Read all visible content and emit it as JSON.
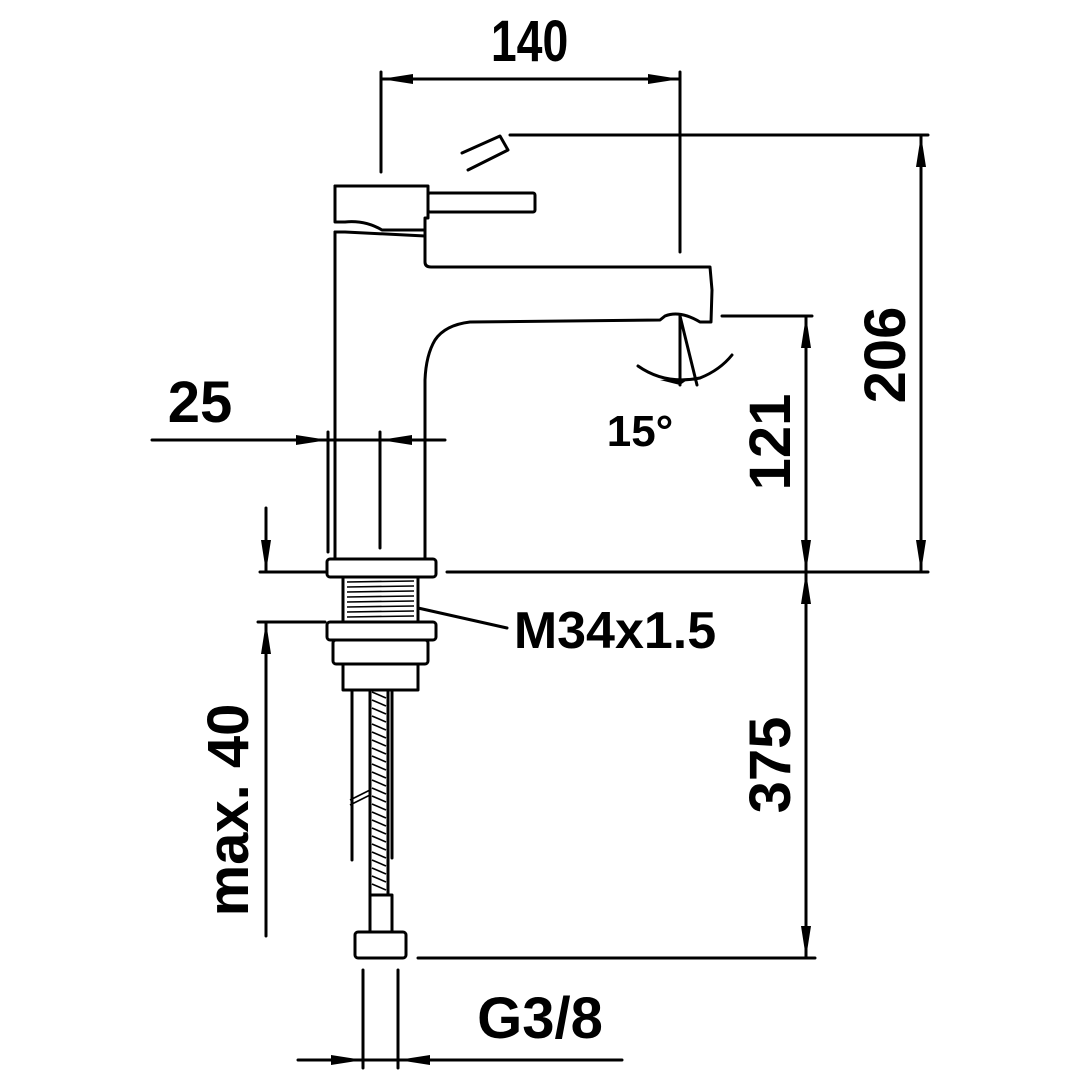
{
  "drawing": {
    "dimensions": {
      "width_top": "140",
      "body_diameter": "25",
      "spout_angle": "15°",
      "spout_height": "121",
      "total_height": "206",
      "thread": "M34x1.5",
      "max_thickness": "max. 40",
      "hose_length": "375",
      "connection": "G3/8"
    },
    "colors": {
      "line": "#000000",
      "background": "#ffffff"
    }
  }
}
